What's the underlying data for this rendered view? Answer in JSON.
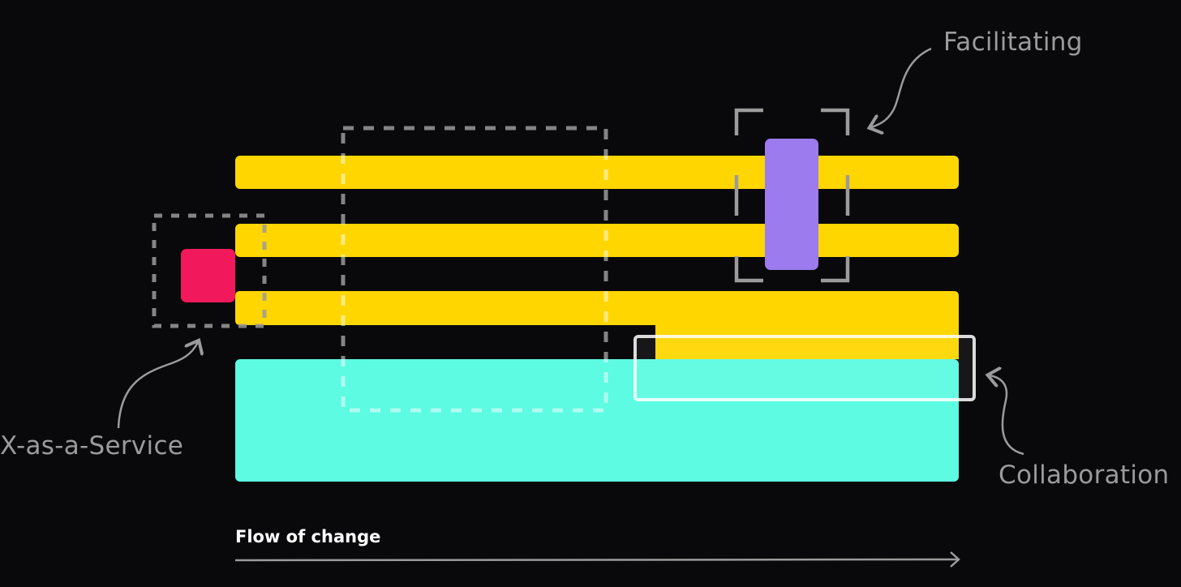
{
  "labels": {
    "facilitating": "Facilitating",
    "x_as_a_service": "X-as-a-Service",
    "collaboration": "Collaboration",
    "flow_of_change": "Flow of change"
  },
  "colors": {
    "background": "#09090b",
    "stream_aligned": "#ffd600",
    "platform": "#5cfbe2",
    "enabling": "#9b7bee",
    "complicated_subsystem": "#f2185c",
    "annotation": "#9b9b9b",
    "flow": "#ffffff"
  }
}
